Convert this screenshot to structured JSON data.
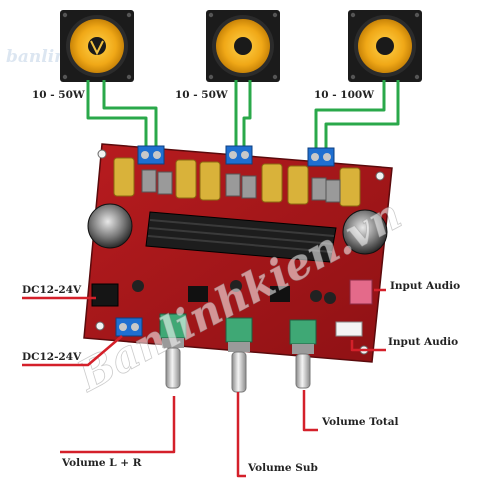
{
  "watermark": {
    "logo_text": "banlinhkien",
    "diagonal_text": "Banlinhkien.vn"
  },
  "speakers": [
    {
      "id": "left",
      "power_label": "10 - 50W"
    },
    {
      "id": "right",
      "power_label": "10 - 50W"
    },
    {
      "id": "sub",
      "power_label": "10 - 100W"
    }
  ],
  "callouts": {
    "dc_in_top": "DC12-24V",
    "dc_in_bottom": "DC12-24V",
    "input_audio_jack": "Input Audio",
    "input_audio_header": "Input Audio",
    "volume_lr": "Volume L + R",
    "volume_sub": "Volume Sub",
    "volume_total": "Volume Total"
  },
  "colors": {
    "wire_green": "#2aa84a",
    "callout_red": "#d4202a",
    "pcb_red": "#a3161a",
    "speaker_cone": "#f2b01e",
    "terminal_blue": "#1f6fd1"
  },
  "icons": {
    "speaker": "speaker-icon",
    "board": "amplifier-board-icon",
    "potentiometer": "knob-icon"
  }
}
